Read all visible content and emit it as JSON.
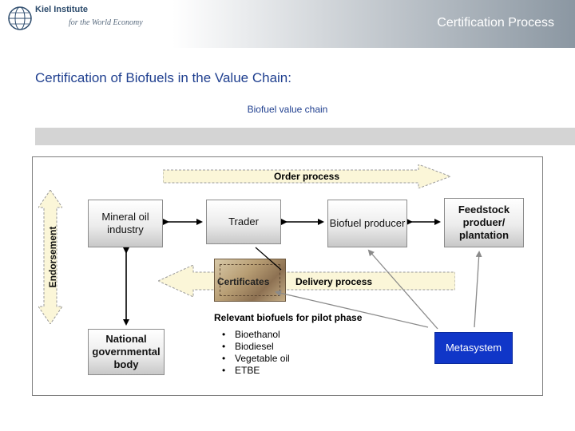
{
  "header": {
    "logo_name": "Kiel Institute",
    "logo_tagline": "for the World Economy",
    "title": "Certification Process"
  },
  "slide": {
    "title": "Certification of Biofuels in the Value Chain:",
    "subtitle": "Biofuel value chain"
  },
  "diagram": {
    "order_process": "Order process",
    "delivery_process": "Delivery process",
    "certificates": "Certificates",
    "endorsement": "Endorsement",
    "nodes": {
      "mineral_oil": "Mineral oil industry",
      "trader": "Trader",
      "biofuel_producer": "Biofuel producer",
      "feedstock": "Feedstock produer/ plantation",
      "national_body": "National governmental body",
      "metasystem": "Metasystem"
    },
    "relevant_title": "Relevant biofuels for pilot phase",
    "bullet": "•",
    "relevant_biofuels": [
      "Bioethanol",
      "Biodiesel",
      "Vegetable oil",
      "ETBE"
    ]
  },
  "colors": {
    "title_blue": "#1f3f8f",
    "metasystem_blue": "#1036c8",
    "arrow_fill": "#fbf6d8"
  }
}
